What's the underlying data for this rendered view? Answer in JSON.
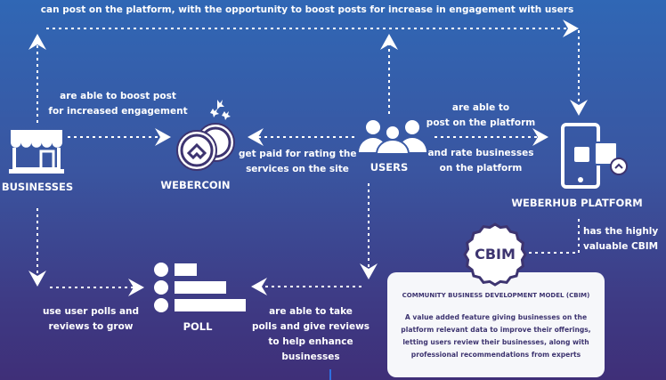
{
  "top_text": "can post on the platform, with the opportunity to boost posts for increase in engagement with users",
  "nodes": {
    "businesses": "BUSINESSES",
    "webercoin": "WEBERCOIN",
    "users": "USERS",
    "platform": "WEBERHUB PLATFORM",
    "poll": "POLL",
    "cbim": "CBIM"
  },
  "edges": {
    "boost": [
      "are able to boost post",
      "for increased engagement"
    ],
    "paid": [
      "get paid for rating the",
      "services on the site"
    ],
    "post": [
      "are able to",
      "post on the platform"
    ],
    "rate": [
      "and rate businesses",
      "on the platform"
    ],
    "has_cbim": [
      "has the highly",
      "valuable CBIM"
    ],
    "use_polls": [
      "use user polls and",
      "reviews to grow"
    ],
    "take_polls": [
      "are able to take",
      "polls and give reviews",
      "to help enhance",
      "businesses"
    ]
  },
  "cbim_card": {
    "title": "COMMUNITY BUSINESS DEVELOPMENT MODEL (CBIM)",
    "description": "A value added feature giving businesses on the\nplatform relevant data to improve their offerings,\nletting users review their businesses, along with\nprofessional recommendations from experts"
  },
  "colors": {
    "bg_top": "#3067b5",
    "bg_bottom": "#3f2f78",
    "card": "#f6f7fa",
    "card_text": "#3d3470"
  }
}
